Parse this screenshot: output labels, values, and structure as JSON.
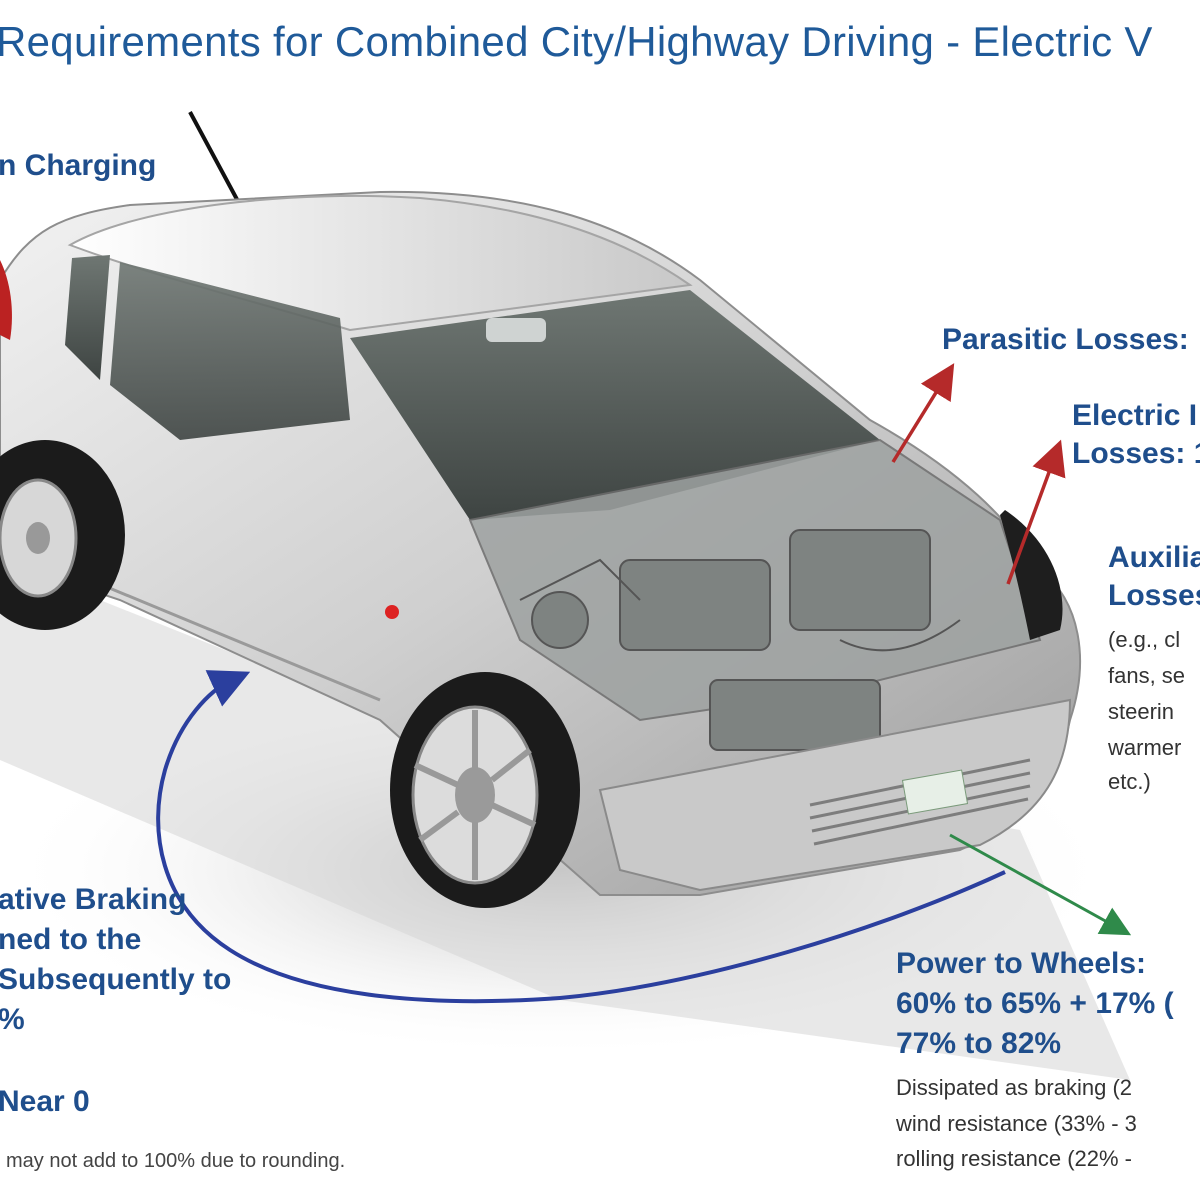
{
  "title": "Requirements for Combined City/Highway Driving - Electric V",
  "labels": {
    "charging": "n Charging",
    "parasitic": "Parasitic Losses:",
    "electric_line1": "Electric I",
    "electric_line2": "Losses: 1",
    "auxiliary_line1": "Auxilia",
    "auxiliary_line2": "Losses",
    "auxiliary_detail": [
      "(e.g., cl",
      "fans, se",
      "steerin",
      "warmer",
      "etc.)"
    ],
    "regen": [
      "ative Braking",
      "ned to the",
      "Subsequently to",
      "%"
    ],
    "near_zero": "Near 0",
    "power_title": "Power to Wheels:",
    "power_line1": "60% to 65% + 17% (",
    "power_line2": "77% to 82%",
    "dissipated": [
      "Dissipated as braking (2",
      "wind resistance (33% - 3",
      "rolling resistance (22% -"
    ],
    "footnote": "may not add to 100% due to rounding."
  },
  "colors": {
    "title_blue": "#1f5a99",
    "label_blue": "#1f4e8c",
    "loss_arrow": "#b52a2a",
    "regen_arrow": "#2b3f9e",
    "wheels_arrow": "#2f8a4a"
  },
  "icons": [
    "car-illustration",
    "antenna",
    "loss-arrow",
    "regen-arrow",
    "power-arrow"
  ]
}
